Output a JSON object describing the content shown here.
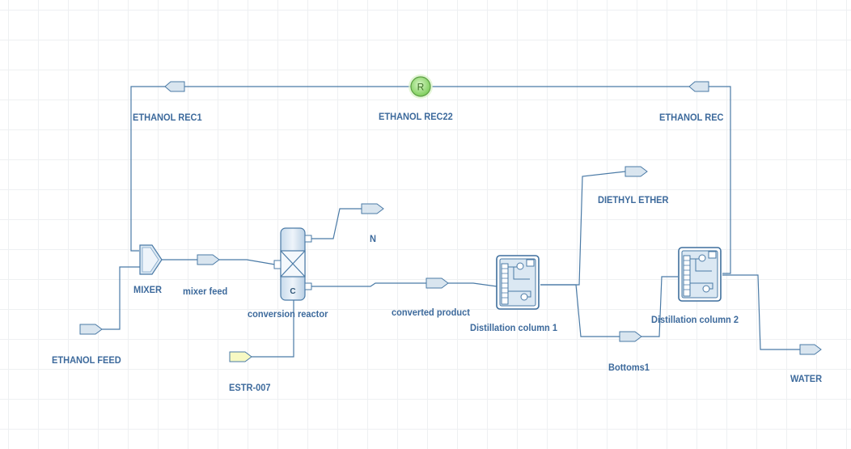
{
  "colors": {
    "stream": "#4a7aa6",
    "label": "#3d6a9c",
    "arrow_fill": "#d9e5ef",
    "feed_arrow_fill": "#f7f9c3",
    "recycle_fill": "#a6e28a",
    "equipment_fill": "#dbe8f3"
  },
  "recycle_block": {
    "letter": "R"
  },
  "reactor": {
    "marker": "C"
  },
  "labels": {
    "ethanol_rec1": "ETHANOL REC1",
    "ethanol_rec22": "ETHANOL REC22",
    "ethanol_rec": "ETHANOL REC",
    "diethyl_ether": "DIETHYL ETHER",
    "n": "N",
    "mixer": "MIXER",
    "mixer_feed": "mixer feed",
    "conversion_reactor": "conversion reactor",
    "converted_product": "converted product",
    "distillation_column_1": "Distillation column 1",
    "distillation_column_2": "Distillation column 2",
    "ethanol_feed": "ETHANOL FEED",
    "estr_007": "ESTR-007",
    "bottoms1": "Bottoms1",
    "water": "WATER"
  }
}
